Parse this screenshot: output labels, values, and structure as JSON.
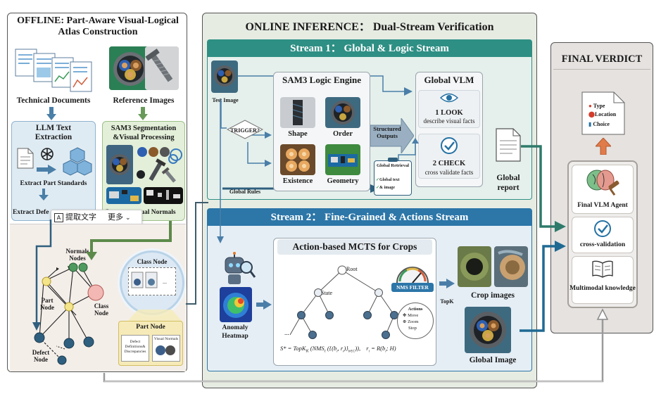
{
  "offline": {
    "title_line1": "OFFLINE: Part-Aware Visual-Logical",
    "title_line2": "Atlas Construction",
    "tech_docs": "Technical Documents",
    "ref_images": "Reference Images",
    "llm_box_title_1": "LLM Text",
    "llm_box_title_2": "Extraction",
    "extract_standards": "Extract Part Standards",
    "extract_defects": "Extract Defe",
    "sam3_box_title_1": "SAM3 Segmentation",
    "sam3_box_title_2": "&Visual Processing",
    "visual_normals": "G",
    "visual_normals_tail": "sual Normals",
    "overlay_extract": "提取文字",
    "overlay_more": "更多",
    "graph": {
      "normals_nodes": "Normals Nodes",
      "part_node": "Part Node",
      "class_node": "Class Node",
      "defect_node": "Defect Node",
      "zoom_class_node": "Class Node",
      "zoom_part_node": "Part Node",
      "part_defect_text": "Defect Definitions& Discrepancies",
      "part_visual_text": "Visual Normals"
    }
  },
  "online": {
    "title": "ONLINE INFERENCE： Dual-Stream Verification",
    "stream1": {
      "title": "Stream 1： Global & Logic Stream",
      "test_image": "Test Image",
      "trigger": "TRIGGER?",
      "global_rules": "Global Rules",
      "sam3_engine": "SAM3 Logic Engine",
      "cells": [
        "Shape",
        "Order",
        "Existence",
        "Geometry"
      ],
      "structured_outputs": "Structured Outputs",
      "global_vlm": "Global VLM",
      "look": "1 LOOK",
      "look_desc": "describe visual facts",
      "check": "2 CHECK",
      "check_desc": "cross validate facts",
      "global_report": "Global report",
      "retrieval_title": "Global Retrieval",
      "retrieval_item1": "Global text",
      "retrieval_item2": "& image"
    },
    "stream2": {
      "title": "Stream 2： Fine-Grained & Actions Stream",
      "anomaly": "Anomaly Heatmap",
      "mcts_title": "Action-based MCTS for Crops",
      "root": "Root",
      "state": "State",
      "ellipsis": "...",
      "nms_filter": "NMS FILTER",
      "actions_title": "Actions",
      "actions": [
        "Move",
        "Zoom",
        "Stop"
      ],
      "formula_left": "S* = TopK",
      "formula_k": "K",
      "formula_mid": "NMS",
      "formula_tau": "τ",
      "formula_args": "{(b",
      "formula_args2": ", r",
      "formula_args3": ")}",
      "formula_args4": "b∈C",
      "formula_right": "r",
      "formula_right2": " = R(b",
      "formula_right3": "; H)",
      "topk": "TopK",
      "crop_images": "Crop images",
      "global_image": "Global Image"
    }
  },
  "final": {
    "title": "FINAL VERDICT",
    "doc_items": [
      "Type",
      "Location",
      "Choice"
    ],
    "agent": "Final VLM Agent",
    "cross_validation": "cross-validation",
    "multimodal": "Multimodal knowledge"
  },
  "colors": {
    "stream1_header": "#2e8f84",
    "stream2_header": "#2c76a8",
    "online_bg": "#e7ece3",
    "final_bg": "#e5e2e0",
    "offline_bg": "#ffffff",
    "green_arrow": "#3a7a52",
    "blue_arrow": "#2471a3",
    "grey_arrow": "#8a8a8a"
  }
}
